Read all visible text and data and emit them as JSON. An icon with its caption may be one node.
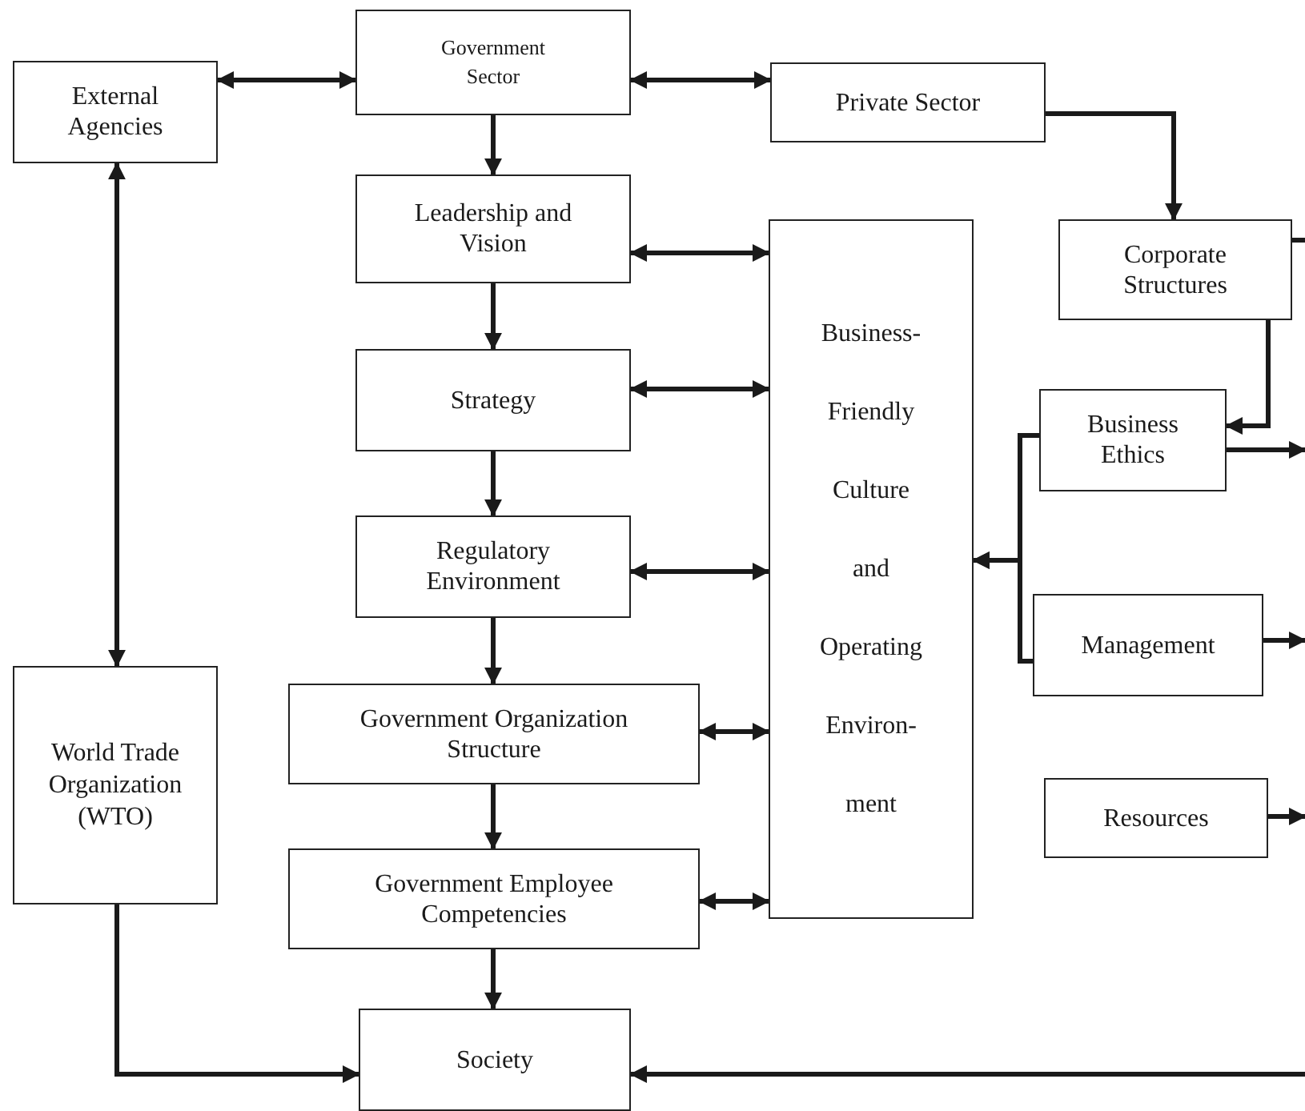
{
  "diagram": {
    "nodes": [
      {
        "text": [
          "External Agencies"
        ]
      },
      {
        "text": [
          "Government Sector"
        ]
      },
      {
        "text": [
          "Private Sector"
        ]
      },
      {
        "text": [
          "Leadership and Vision"
        ]
      },
      {
        "text": [
          "Strategy"
        ]
      },
      {
        "text": [
          "Regulatory Environment"
        ]
      },
      {
        "text": [
          "World Trade Organization (WTO)"
        ]
      },
      {
        "text": [
          "Government Organization Structure"
        ]
      },
      {
        "text": [
          "Business- Friendly Culture and Operating Environ- ment"
        ]
      },
      {
        "text": [
          "Corporate Structures"
        ]
      },
      {
        "text": [
          "Business Ethics"
        ]
      },
      {
        "text": [
          "Management"
        ]
      },
      {
        "text": [
          "Resources"
        ]
      },
      {
        "text": [
          "Government Employee Competencies"
        ]
      },
      {
        "text": [
          "Society"
        ]
      }
    ],
    "edges": [
      {
        "from": 0,
        "to": 1,
        "arrow": "both"
      },
      {
        "from": 1,
        "to": 2,
        "arrow": "both"
      },
      {
        "from": 1,
        "to": 3,
        "arrow": "to"
      },
      {
        "from": 2,
        "to": 9,
        "arrow": "to"
      },
      {
        "from": 6,
        "to": 0,
        "arrow": "both"
      },
      {
        "from": 3,
        "to": 8,
        "arrow": "both"
      },
      {
        "from": 3,
        "to": 4,
        "arrow": "to"
      },
      {
        "from": 4,
        "to": 8,
        "arrow": "both"
      },
      {
        "from": 4,
        "to": 5,
        "arrow": "to"
      },
      {
        "from": 5,
        "to": 8,
        "arrow": "both"
      },
      {
        "from": 5,
        "to": 7,
        "arrow": "to"
      },
      {
        "from": 7,
        "to": 8,
        "arrow": "both"
      },
      {
        "from": 7,
        "to": 13,
        "arrow": "to"
      },
      {
        "from": 13,
        "to": 8,
        "arrow": "both"
      },
      {
        "from": 13,
        "to": 14,
        "arrow": "to"
      },
      {
        "from": 6,
        "to": 14,
        "arrow": "to"
      },
      {
        "from": 9,
        "to": 10,
        "arrow": "to"
      },
      {
        "from": 10,
        "to": 8,
        "arrow": "to"
      },
      {
        "from": 11,
        "to": 8,
        "arrow": "to"
      },
      {
        "from": 9,
        "to": null,
        "arrow": "none"
      },
      {
        "from": 10,
        "to": null,
        "arrow": "to"
      },
      {
        "from": 11,
        "to": null,
        "arrow": "to"
      },
      {
        "from": 12,
        "to": null,
        "arrow": "to"
      },
      {
        "from": null,
        "to": 14,
        "arrow": "to"
      }
    ]
  }
}
